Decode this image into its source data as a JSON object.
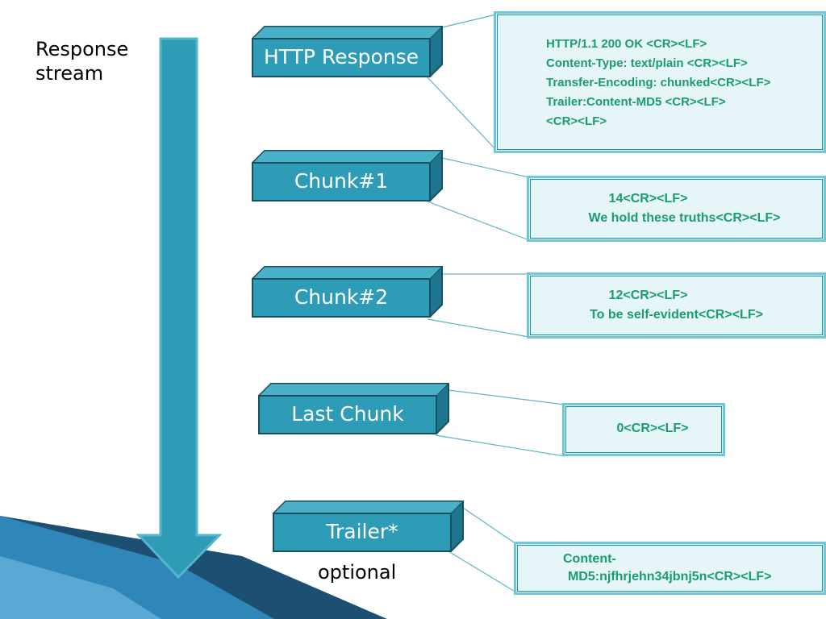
{
  "stream_label": [
    "Response",
    "stream"
  ],
  "optional_label": "optional",
  "blocks": {
    "http_response": "HTTP Response",
    "chunk1": "Chunk#1",
    "chunk2": "Chunk#2",
    "last_chunk": "Last Chunk",
    "trailer": "Trailer*"
  },
  "details": {
    "http_response": [
      "HTTP/1.1 200 OK <CR><LF>",
      "Content-Type: text/plain <CR><LF>",
      "Transfer-Encoding: chunked<CR><LF>",
      "Trailer:Content-MD5 <CR><LF>",
      "<CR><LF>"
    ],
    "chunk1": [
      "14<CR><LF>",
      "We hold these truths<CR><LF>"
    ],
    "chunk2": [
      "12<CR><LF>",
      "To be self-evident<CR><LF>"
    ],
    "last_chunk": [
      "0<CR><LF>"
    ],
    "trailer": [
      "Content-",
      "MD5:njfhrjehn34jbnj5n<CR><LF>"
    ]
  },
  "colors": {
    "block_fill": "#2e9bb7",
    "block_border": "#1a4f60",
    "block_side": "#1d7590",
    "box_fill": "#e6f5f8",
    "box_border": "#6fc7d7",
    "box_text": "#1a9c70",
    "connector": "#5fb3c7",
    "arrow_fill": "#2e9bb7",
    "arrow_border": "#56b4cc"
  }
}
